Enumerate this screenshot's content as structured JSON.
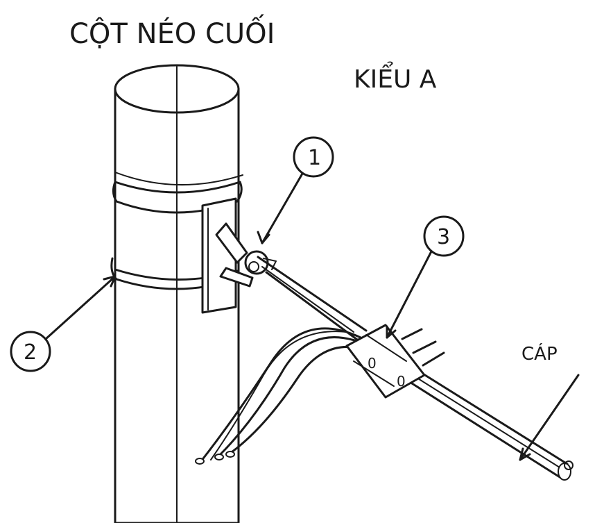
{
  "diagram": {
    "title": "CỘT NÉO CUỐI",
    "subtitle": "KIỂU A",
    "cable_label": "CÁP",
    "callouts": [
      {
        "id": "callout-1",
        "number": "1"
      },
      {
        "id": "callout-2",
        "number": "2"
      },
      {
        "id": "callout-3",
        "number": "3"
      }
    ],
    "clamp_marks": [
      "0",
      "0"
    ]
  }
}
